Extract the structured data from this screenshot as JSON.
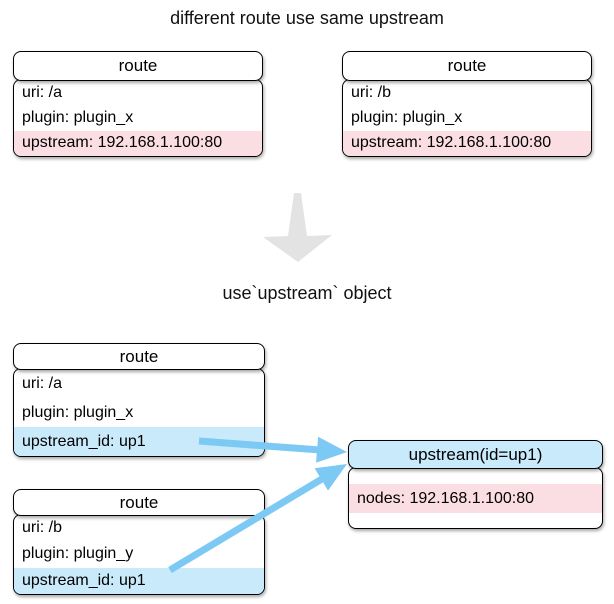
{
  "title": "different route use same upstream",
  "subtitle": "use`upstream` object",
  "colors": {
    "pink": "#fbdee3",
    "blue": "#c9eafb",
    "arrow_blue": "#7cc9f4",
    "arrow_gray": "#e3e3e3",
    "border": "#000000"
  },
  "boxes": {
    "top_left": {
      "header": "route",
      "rows": [
        "uri: /a",
        "plugin: plugin_x",
        "upstream: 192.168.1.100:80"
      ]
    },
    "top_right": {
      "header": "route",
      "rows": [
        "uri: /b",
        "plugin: plugin_x",
        "upstream: 192.168.1.100:80"
      ]
    },
    "bottom_a": {
      "header": "route",
      "rows": [
        "uri: /a",
        "plugin: plugin_x",
        "upstream_id: up1"
      ]
    },
    "bottom_b": {
      "header": "route",
      "rows": [
        "uri: /b",
        "plugin: plugin_y",
        "upstream_id: up1"
      ]
    },
    "upstream": {
      "header": "upstream(id=up1)",
      "rows": [
        "nodes: 192.168.1.100:80"
      ]
    }
  }
}
